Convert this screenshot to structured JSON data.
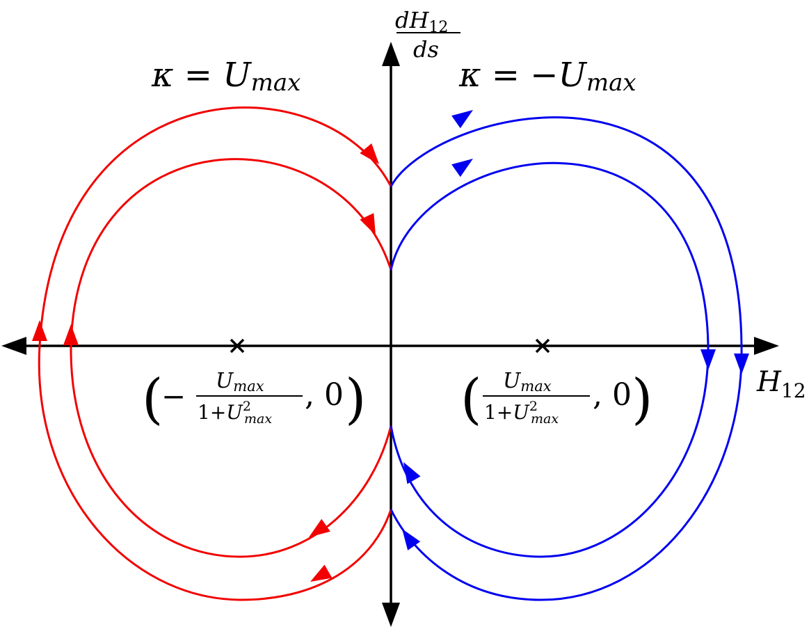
{
  "colors": {
    "axis": "#000000",
    "left_family": "#f20000",
    "right_family": "#0000f0",
    "background": "#ffffff"
  },
  "axes": {
    "x_label": {
      "base": "H",
      "sub": "12"
    },
    "y_label": {
      "num_d": "d",
      "num_base": "H",
      "num_sub": "12",
      "den": "ds"
    }
  },
  "families": {
    "left": {
      "label": {
        "kappa": "κ",
        "eq": " = ",
        "base": "U",
        "sub": "max"
      },
      "direction": "clockwise",
      "critical_point": {
        "marker": "×",
        "label": {
          "lparen": "(",
          "sign": "−",
          "num_base": "U",
          "num_sub": "max",
          "den_one": "1+",
          "den_base": "U",
          "den_sup": "2",
          "den_sub": "max",
          "tail": ", 0",
          "rparen": ")"
        }
      }
    },
    "right": {
      "label": {
        "kappa": "κ",
        "eq": " = ",
        "sign": "−",
        "base": "U",
        "sub": "max"
      },
      "direction": "counter-clockwise",
      "critical_point": {
        "marker": "×",
        "label": {
          "lparen": "(",
          "sign": "",
          "num_base": "U",
          "num_sub": "max",
          "den_one": "1+",
          "den_base": "U",
          "den_sup": "2",
          "den_sub": "max",
          "tail": ", 0",
          "rparen": ")"
        }
      }
    }
  }
}
